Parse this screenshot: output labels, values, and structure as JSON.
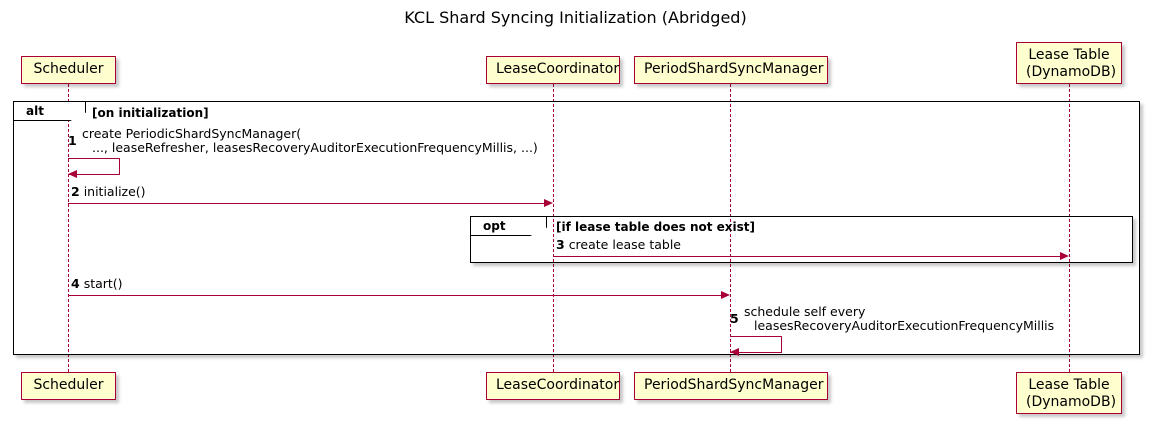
{
  "diagram": {
    "title": "KCL Shard Syncing Initialization (Abridged)",
    "type": "uml-sequence-diagram",
    "accent_color": "#A80036",
    "participant_fill": "#FEFECE",
    "frame_border_color": "#000000"
  },
  "participants": [
    {
      "id": "scheduler",
      "label_line1": "Scheduler",
      "label_line2": ""
    },
    {
      "id": "coordinator",
      "label_line1": "LeaseCoordinator",
      "label_line2": ""
    },
    {
      "id": "syncmanager",
      "label_line1": "PeriodShardSyncManager",
      "label_line2": ""
    },
    {
      "id": "leasetable",
      "label_line1": "Lease Table",
      "label_line2": "(DynamoDB)"
    }
  ],
  "fragments": [
    {
      "id": "alt",
      "label": "alt",
      "condition": "[on initialization]"
    },
    {
      "id": "opt",
      "label": "opt",
      "condition": "[if lease table does not exist]"
    }
  ],
  "messages": [
    {
      "number": "1",
      "line1": "create PeriodicShardSyncManager(",
      "line2": "..., leaseRefresher, leasesRecoveryAuditorExecutionFrequencyMillis, ...)",
      "from": "scheduler",
      "to": "scheduler",
      "kind": "self"
    },
    {
      "number": "2",
      "line1": "initialize()",
      "line2": "",
      "from": "scheduler",
      "to": "coordinator",
      "kind": "sync"
    },
    {
      "number": "3",
      "line1": "create lease table",
      "line2": "",
      "from": "coordinator",
      "to": "leasetable",
      "kind": "sync"
    },
    {
      "number": "4",
      "line1": "start()",
      "line2": "",
      "from": "scheduler",
      "to": "syncmanager",
      "kind": "sync"
    },
    {
      "number": "5",
      "line1": "schedule self every",
      "line2": "leasesRecoveryAuditorExecutionFrequencyMillis",
      "from": "syncmanager",
      "to": "syncmanager",
      "kind": "self"
    }
  ]
}
